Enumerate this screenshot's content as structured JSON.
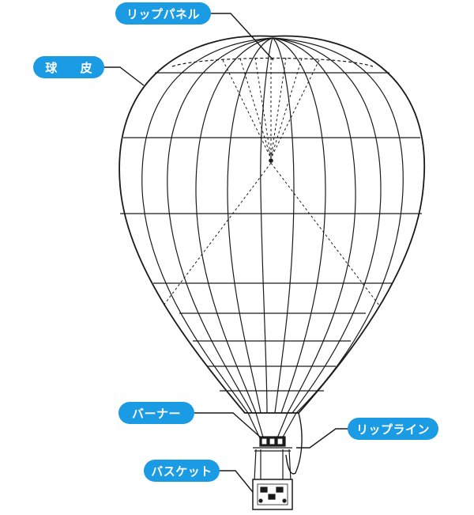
{
  "labels": {
    "rip_panel": "リップパネル",
    "envelope": "球 皮",
    "burner": "バーナー",
    "rip_line": "リップライン",
    "basket": "バスケット"
  },
  "colors": {
    "label_background": "#1a9be3",
    "label_text": "#ffffff",
    "line": "#1a1a1a"
  }
}
